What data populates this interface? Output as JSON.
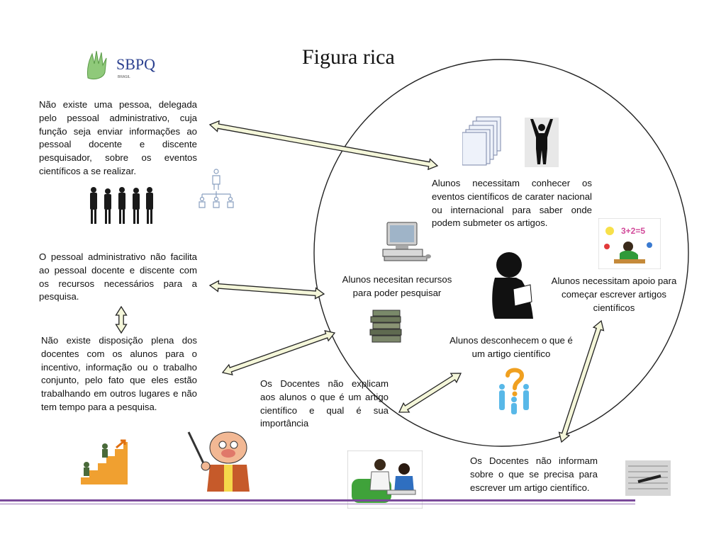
{
  "title": "Figura rica",
  "logo": {
    "text": "SBPQ",
    "subtext": "BRASIL"
  },
  "texts": {
    "t1": "Não existe uma pessoa, delegada pelo pessoal administrativo, cuja função seja enviar informações ao pessoal docente e discente pesquisador, sobre os eventos científicos a se realizar.",
    "t2": "O pessoal administrativo não facilita ao pessoal docente e discente com os recursos necessários para a pesquisa.",
    "t3": "Não existe disposição plena dos docentes com os alunos para o incentivo, informação ou o trabalho conjunto, pelo fato que eles estão trabalhando em outros lugares e não tem tempo para a pesquisa.",
    "t4": "Alunos necessitam conhecer os eventos científicos de carater nacional ou internacional para saber onde podem submeter os artigos.",
    "t5": "Alunos necesitan recursos para poder pesquisar",
    "t6": "Alunos necessitam apoio para começar escrever artigos científicos",
    "t7": "Alunos desconhecem o que é um artigo científico",
    "t8": "Os Docentes não explicam aos alunos o que é um artigo científico e qual é sua importância",
    "t9": "Os Docentes não informam sobre o que se precisa para escrever um artigo científico."
  },
  "icons": [
    "sbpq-logo-icon",
    "people-group-icon",
    "org-chart-icon",
    "documents-stack-icon",
    "person-arms-raised-icon",
    "computer-icon",
    "reading-person-icon",
    "books-stack-icon",
    "student-writing-icon",
    "question-people-icon",
    "climbing-stairs-icon",
    "teacher-cartoon-icon",
    "people-working-icon",
    "pen-paper-icon"
  ],
  "colors": {
    "arrow_fill": "#f4f6d9",
    "arrow_stroke": "#222222",
    "footer_bar": "#7a4a9a",
    "circle": "#222222"
  }
}
